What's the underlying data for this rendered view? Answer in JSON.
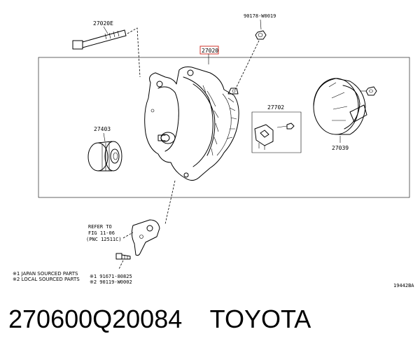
{
  "diagram": {
    "labels": {
      "bolt_top": "27020E",
      "nut_top": "90178-W0019",
      "alternator": "27020",
      "pulley": "27403",
      "regulator": "27702",
      "cover": "27039"
    },
    "refer": {
      "line1": "REFER TO",
      "line2": "FIG 11-06",
      "line3": "(PNC 12511C)"
    },
    "notes": {
      "japan": "※1 JAPAN SOURCED PARTS",
      "local": "※2 LOCAL SOURCED PARTS"
    },
    "bolt_codes": {
      "code1": "※1 91671-80825",
      "code2": "※2 90119-W0002"
    },
    "figure_id": "19442BA"
  },
  "footer": {
    "part_number": "270600Q20084",
    "brand": "TOYOTA"
  },
  "colors": {
    "highlight_box": "#d0342c",
    "line": "#000000"
  }
}
